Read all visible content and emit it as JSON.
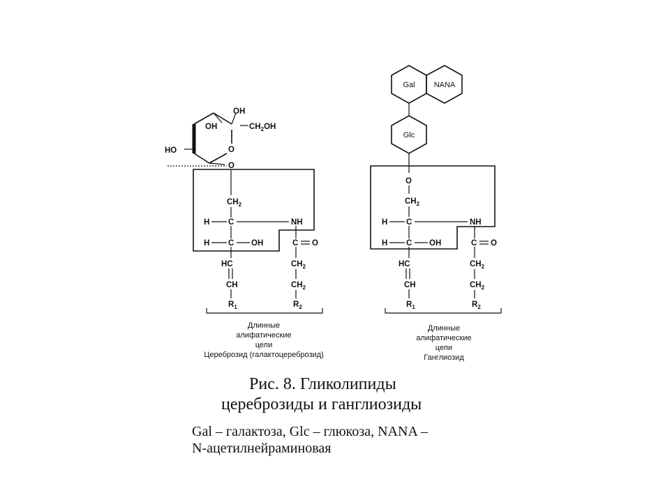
{
  "figure": {
    "title": "Рис. 8. Гликолипиды",
    "subtitle": "цереброзиды и ганглиозиды",
    "abbreviations_line1": "Gal – галактоза, Glc – глюкоза, NANA –",
    "abbreviations_line2": "N-ацетилнейраминовая"
  },
  "cerebroside": {
    "ring": {
      "oh_top": "OH",
      "oh_inner": "OH",
      "ch2oh": "CH",
      "ch2oh_sub": "2",
      "ch2oh_tail": "OH",
      "ho_left": "HO",
      "o_ring": "O",
      "o_link": "O"
    },
    "backbone": {
      "ch2": "CH",
      "ch2_sub": "2",
      "h1": "H",
      "c1": "C",
      "nh": "NH",
      "h2": "H",
      "c2": "C",
      "oh": "OH",
      "c_acyl": "C",
      "o_acyl": "O",
      "hc": "HC",
      "ch": "CH",
      "r1": "R",
      "r1_sub": "1",
      "acyl_ch2_a": "CH",
      "acyl_ch2_a_sub": "2",
      "acyl_ch2_b": "CH",
      "acyl_ch2_b_sub": "2",
      "r2": "R",
      "r2_sub": "2"
    },
    "legend": [
      "Длинные",
      "алифатические",
      "цели",
      "Цереброзид (галактоцереброзид)"
    ]
  },
  "ganglioside": {
    "sugars": {
      "gal": "Gal",
      "nana": "NANA",
      "glc": "Glc"
    },
    "backbone": {
      "o_link": "O",
      "ch2": "CH",
      "ch2_sub": "2",
      "h1": "H",
      "c1": "C",
      "nh": "NH",
      "h2": "H",
      "c2": "C",
      "oh": "OH",
      "c_acyl": "C",
      "o_acyl": "O",
      "hc": "HC",
      "ch": "CH",
      "r1": "R",
      "r1_sub": "1",
      "acyl_ch2_a": "CH",
      "acyl_ch2_a_sub": "2",
      "acyl_ch2_b": "CH",
      "acyl_ch2_b_sub": "2",
      "r2": "R",
      "r2_sub": "2"
    },
    "legend": [
      "Длинные",
      "алифатические",
      "цепи",
      "Ганглиозид"
    ]
  }
}
